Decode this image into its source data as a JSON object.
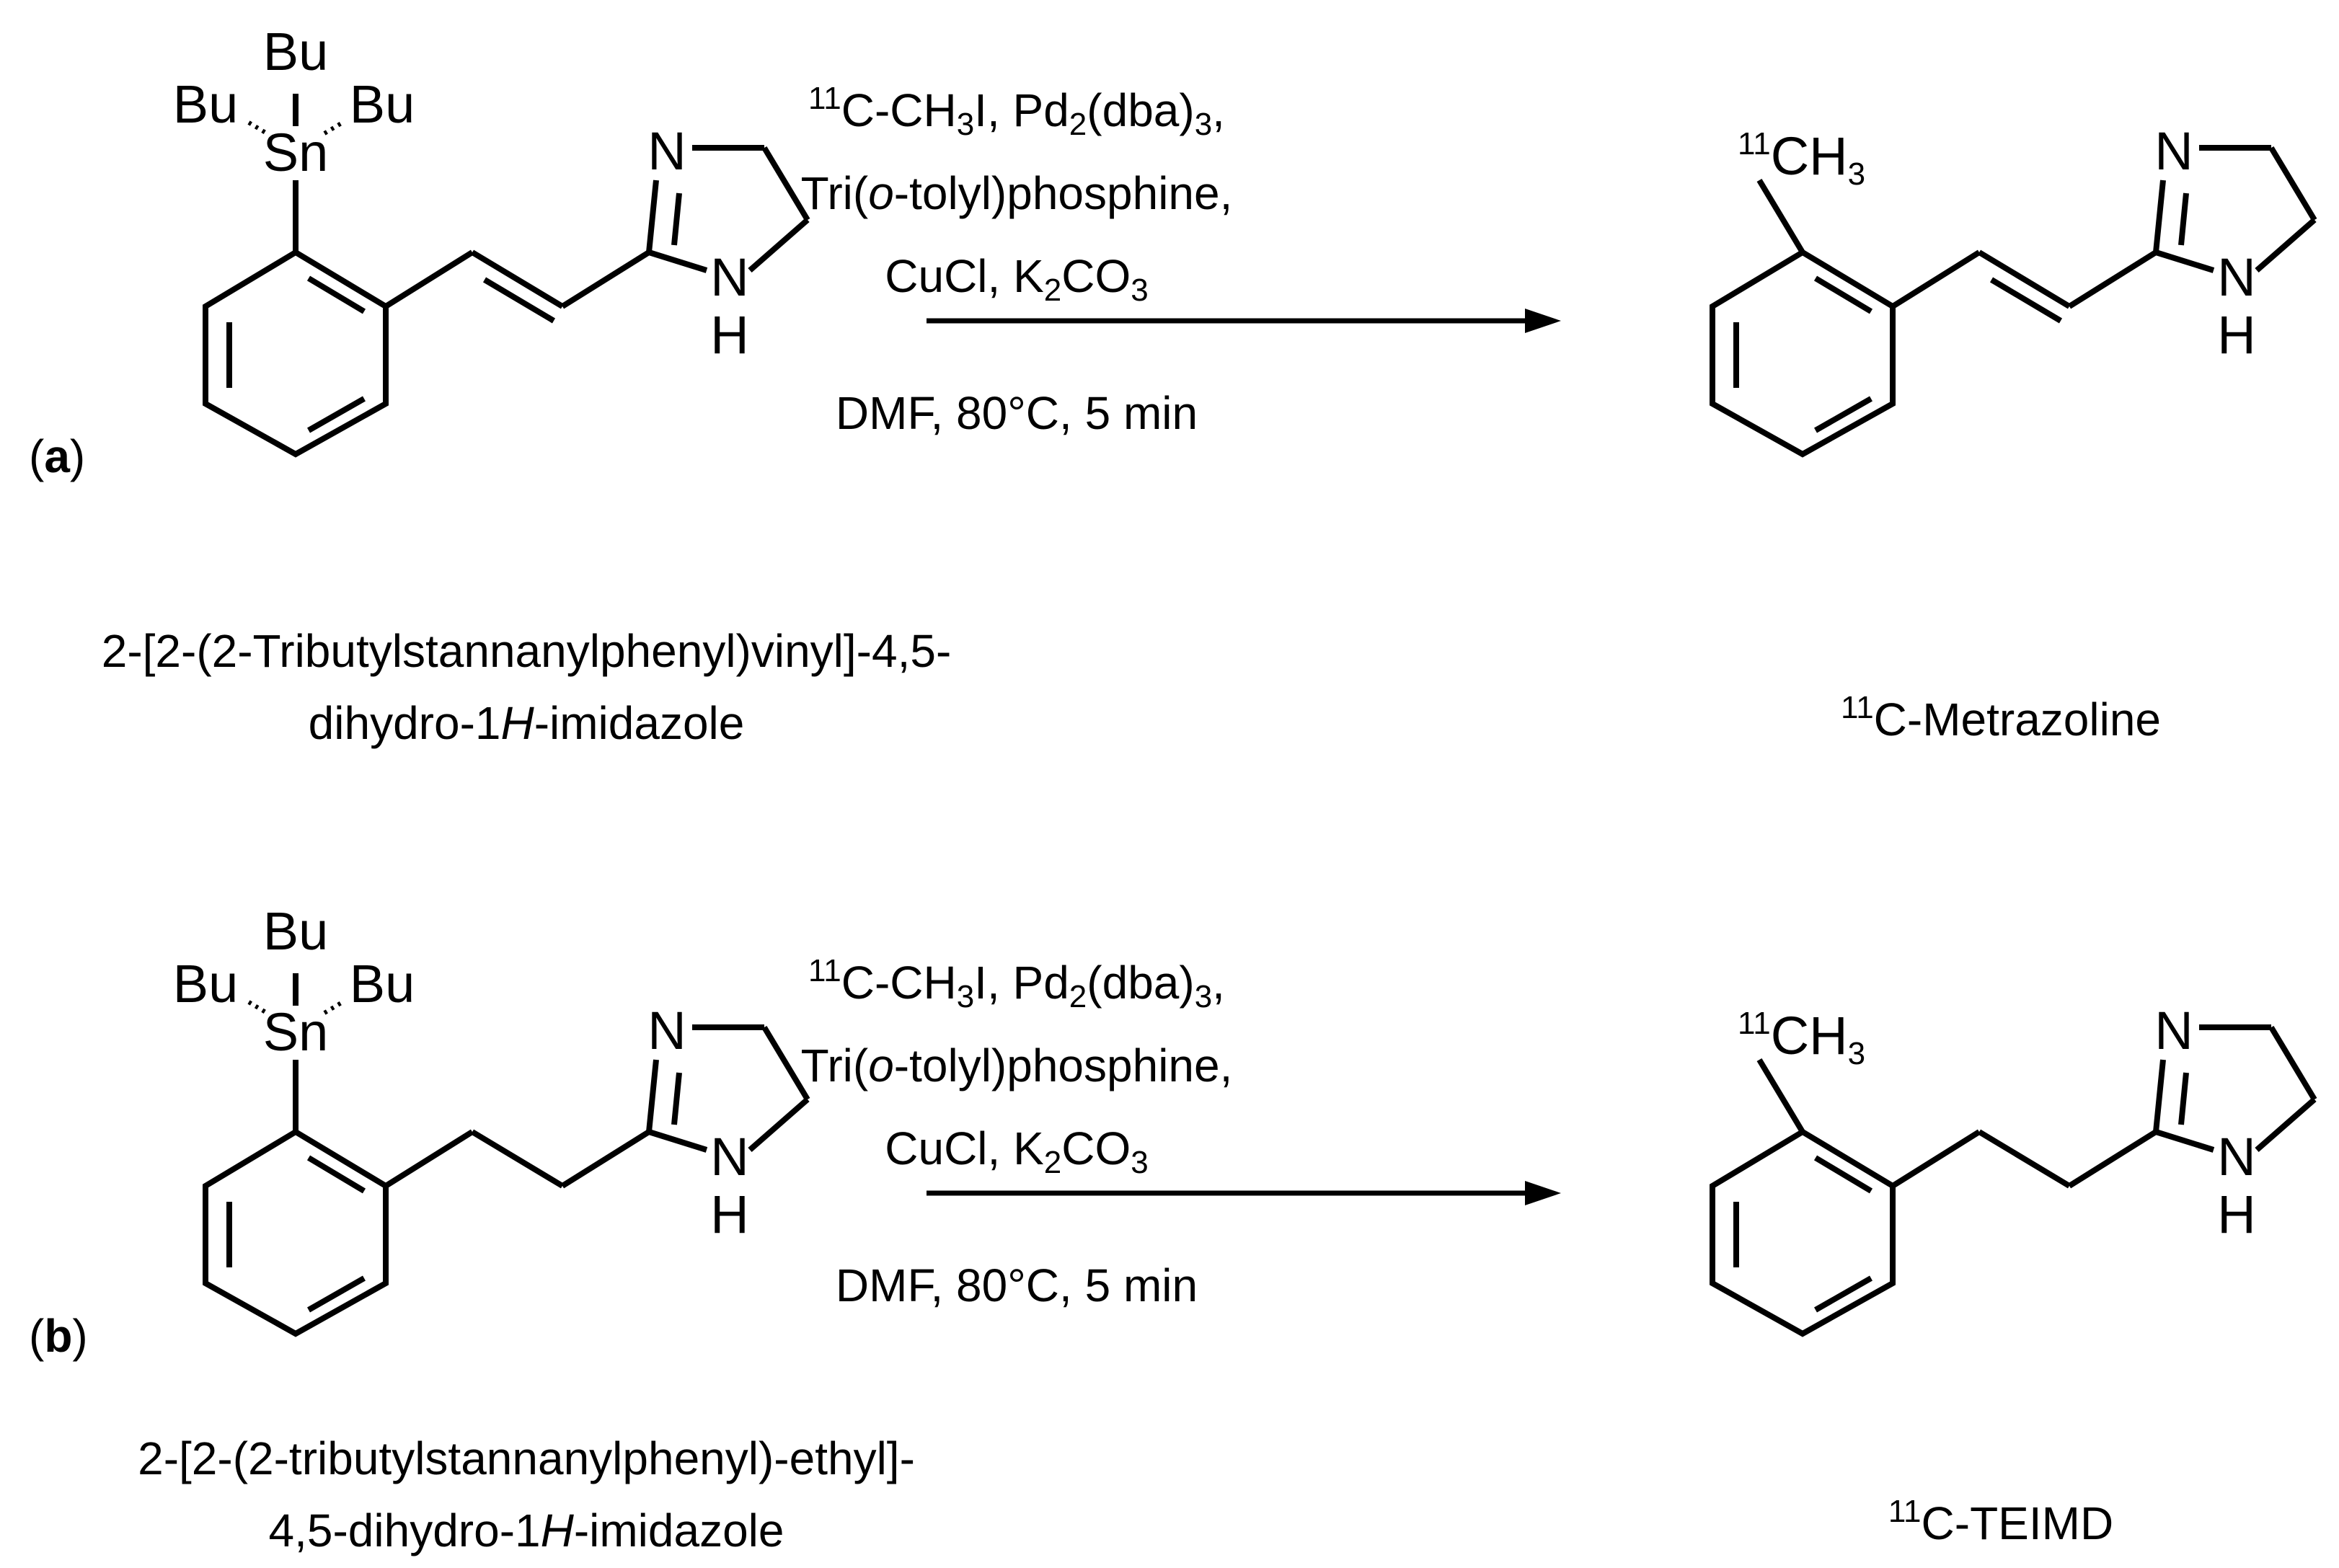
{
  "panel_a": {
    "label_open": "(",
    "label_letter": "a",
    "label_close": ")",
    "reactant": {
      "atoms": {
        "bu_top": "Bu",
        "bu_left": "Bu",
        "bu_right": "Bu",
        "sn": "Sn",
        "n": "N",
        "nh_n": "N",
        "nh_h": "H"
      },
      "name_line1": "2-[2-(2-Tributylstannanylphenyl)vinyl]-4,5-",
      "name_line2_pre": "dihydro-1",
      "name_line2_italic": "H",
      "name_line2_post": "-imidazole"
    },
    "conditions": {
      "line1_sup": "11",
      "line1_a": "C-CH",
      "line1_b": "3",
      "line1_c": "I, Pd",
      "line1_d": "2",
      "line1_e": "(dba)",
      "line1_f": "3",
      "line1_g": ",",
      "line2_a": "Tri(",
      "line2_italic": "o",
      "line2_b": "-tolyl)phosphine,",
      "line3_a": "CuCl, K",
      "line3_b": "2",
      "line3_c": "CO",
      "line3_d": "3",
      "line4": "DMF, 80°C, 5 min"
    },
    "product": {
      "atoms": {
        "methyl_sup": "11",
        "methyl_c": "CH",
        "methyl_sub": "3",
        "n": "N",
        "nh_n": "N",
        "nh_h": "H"
      },
      "name_sup": "11",
      "name": "C-Metrazoline"
    }
  },
  "panel_b": {
    "label_open": "(",
    "label_letter": "b",
    "label_close": ")",
    "reactant": {
      "atoms": {
        "bu_top": "Bu",
        "bu_left": "Bu",
        "bu_right": "Bu",
        "sn": "Sn",
        "n": "N",
        "nh_n": "N",
        "nh_h": "H"
      },
      "name_line1": "2-[2-(2-tributylstannanylphenyl)-ethyl]-",
      "name_line2_pre": "4,5-dihydro-1",
      "name_line2_italic": "H",
      "name_line2_post": "-imidazole"
    },
    "conditions": {
      "line1_sup": "11",
      "line1_a": "C-CH",
      "line1_b": "3",
      "line1_c": "I, Pd",
      "line1_d": "2",
      "line1_e": "(dba)",
      "line1_f": "3",
      "line1_g": ",",
      "line2_a": "Tri(",
      "line2_italic": "o",
      "line2_b": "-tolyl)phosphine,",
      "line3_a": "CuCl, K",
      "line3_b": "2",
      "line3_c": "CO",
      "line3_d": "3",
      "line4": "DMF, 80°C, 5 min"
    },
    "product": {
      "atoms": {
        "methyl_sup": "11",
        "methyl_c": "CH",
        "methyl_sub": "3",
        "n": "N",
        "nh_n": "N",
        "nh_h": "H"
      },
      "name_sup": "11",
      "name": "C-TEIMD"
    }
  }
}
